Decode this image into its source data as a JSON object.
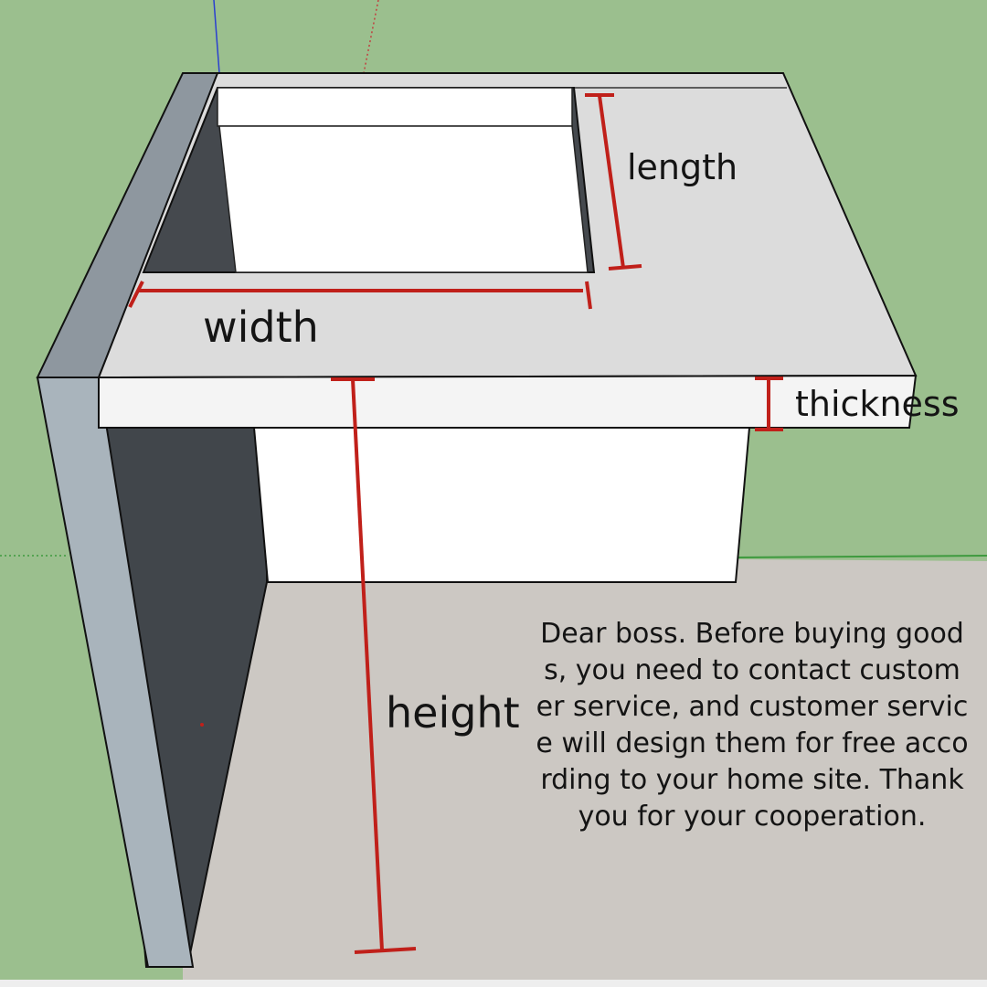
{
  "labels": {
    "length": "length",
    "width": "width",
    "thickness": "thickness",
    "height": "height"
  },
  "notice": "Dear boss. Before buying goods, you need to contact customer service, and customer service will design them for free according to your home site. Thank you for your cooperation.",
  "colors": {
    "background_green": "#9bbf8e",
    "floor": "#ccc8c3",
    "countertop": "#dcdcdc",
    "dimension_red": "#c0201a",
    "dark_wall": "#41464b",
    "side_panel": "#a9b4bc"
  }
}
